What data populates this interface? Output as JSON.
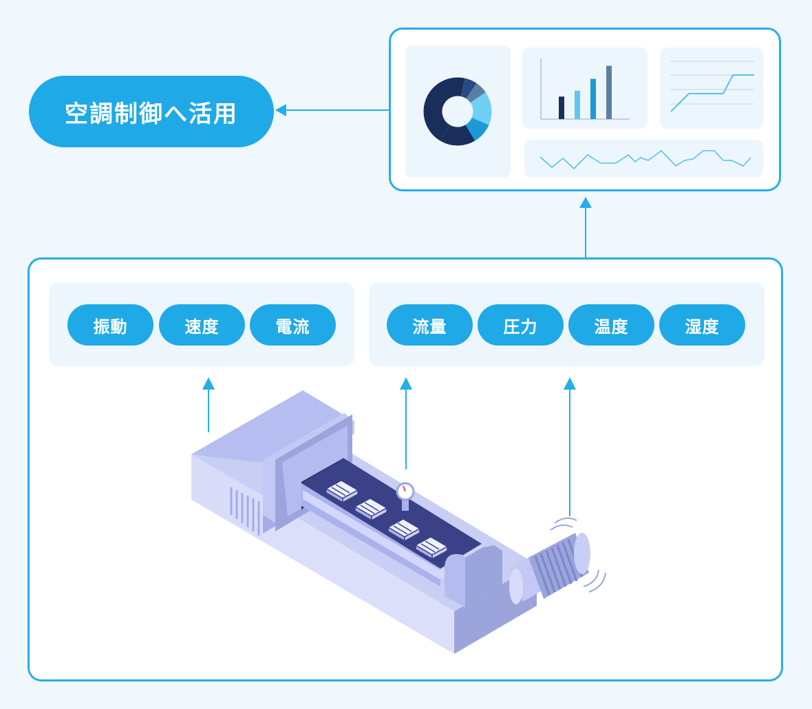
{
  "main_label": "空調制御へ活用",
  "sensor_groups": [
    {
      "items": [
        "振動",
        "速度",
        "電流"
      ]
    },
    {
      "items": [
        "流量",
        "圧力",
        "温度",
        "湿度"
      ]
    }
  ],
  "colors": {
    "accent": "#1fa9e6",
    "frame": "#25aee8",
    "panel": "#eef6fd",
    "machine_light": "#c7cdf5",
    "machine_mid": "#9aa4dc",
    "machine_dark": "#2a2f63",
    "navy": "#1a2e5c"
  },
  "dashboard": {
    "donut": {
      "segments": [
        45,
        6,
        6,
        16,
        10,
        17
      ]
    },
    "bars": {
      "values": [
        0.38,
        0.48,
        0.68,
        0.9
      ]
    }
  }
}
